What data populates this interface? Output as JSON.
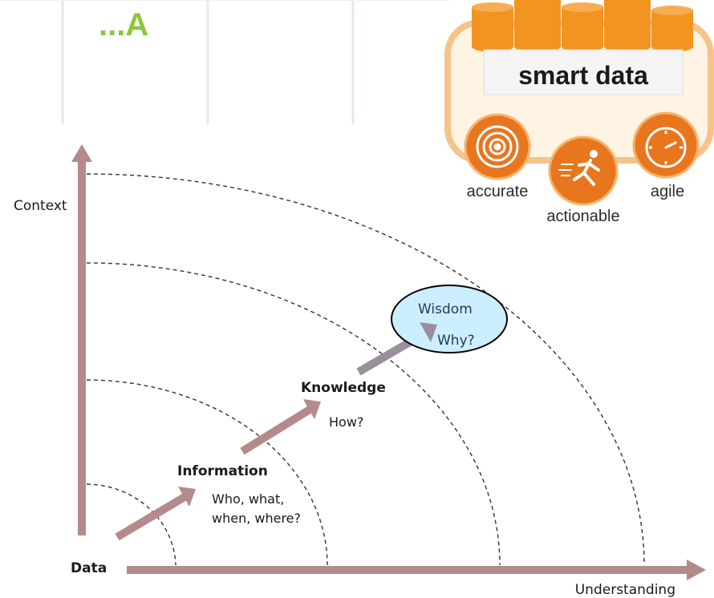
{
  "fragment": {
    "text": "...A"
  },
  "badge": {
    "title": "smart data",
    "items": [
      {
        "label": "accurate",
        "icon": "target-icon"
      },
      {
        "label": "actionable",
        "icon": "runner-icon"
      },
      {
        "label": "agile",
        "icon": "stopwatch-icon"
      }
    ]
  },
  "diagram": {
    "y_axis_label": "Context",
    "x_axis_label": "Understanding",
    "stages": [
      {
        "name": "Data",
        "question": ""
      },
      {
        "name": "Information",
        "question_lines": [
          "Who, what,",
          "when, where?"
        ]
      },
      {
        "name": "Knowledge",
        "question": "How?"
      },
      {
        "name": "Wisdom",
        "question": "Why?",
        "highlighted": true
      }
    ]
  },
  "colors": {
    "axis": "#b48a8a",
    "arrow_lower": "#b48a8a",
    "arrow_upper": "#9a8f9c",
    "arc": "#333333",
    "fragment_text": "#8cc63f",
    "wisdom_fill": "#cdeeff",
    "barrel": "#f29422",
    "badge_border": "#f5c48a",
    "badge_inner": "#fff3e3",
    "icon_circle": "#e8761e"
  }
}
